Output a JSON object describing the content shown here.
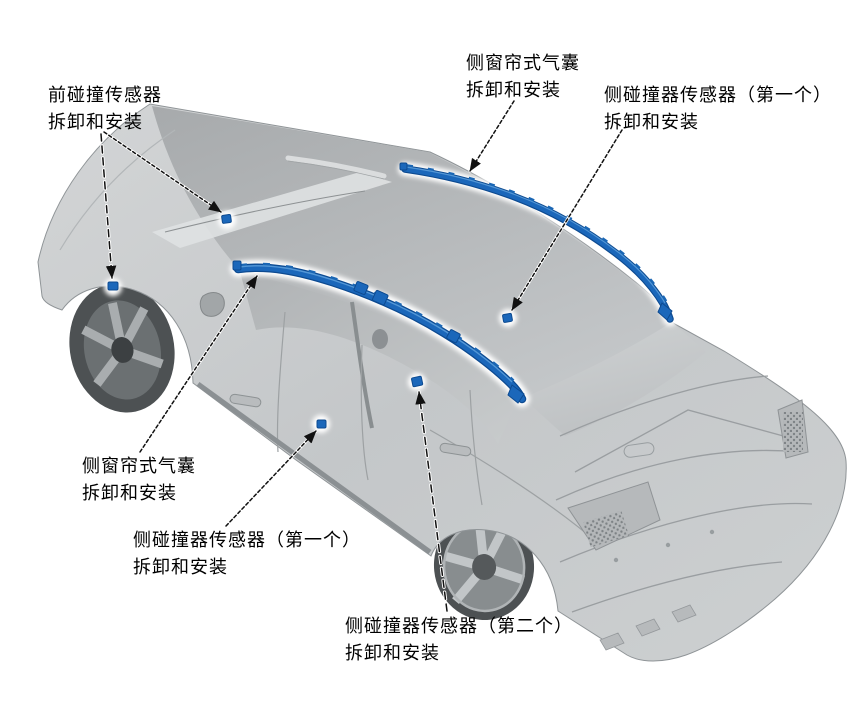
{
  "diagram": {
    "type": "vehicle-airbag-sensor-location-diagram",
    "colors": {
      "highlight_blue": "#1b67ba",
      "highlight_blue_dark": "#0d4a90",
      "highlight_blue_light": "#5ea0dc",
      "car_body_gray": "#c6c9ca",
      "leader_black": "#111111",
      "background": "#ffffff"
    },
    "labels": [
      {
        "id": "front-impact-sensor",
        "line1": "前碰撞传感器",
        "line2": "拆卸和安装"
      },
      {
        "id": "side-curtain-airbag-far",
        "line1": "侧窗帘式气囊",
        "line2": "拆卸和安装"
      },
      {
        "id": "side-impact-sensor-first-far",
        "line1": "侧碰撞器传感器（第一个）",
        "line2": "拆卸和安装"
      },
      {
        "id": "side-curtain-airbag-near",
        "line1": "侧窗帘式气囊",
        "line2": "拆卸和安装"
      },
      {
        "id": "side-impact-sensor-first-near",
        "line1": "侧碰撞器传感器（第一个）",
        "line2": "拆卸和安装"
      },
      {
        "id": "side-impact-sensor-second",
        "line1": "侧碰撞器传感器（第二个）",
        "line2": "拆卸和安装"
      }
    ],
    "highlighted_parts": [
      {
        "id": "curtain-airbag-near-side"
      },
      {
        "id": "curtain-airbag-far-side"
      },
      {
        "id": "front-impact-sensor-hidden"
      },
      {
        "id": "front-impact-sensor-cowl"
      },
      {
        "id": "side-impact-sensor-first-near"
      },
      {
        "id": "side-impact-sensor-first-far"
      },
      {
        "id": "side-impact-sensor-second"
      }
    ]
  }
}
